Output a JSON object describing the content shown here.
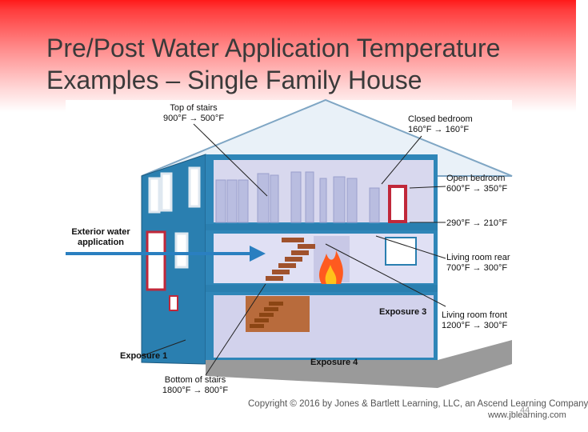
{
  "slide": {
    "title_line1": "Pre/Post Water Application Temperature",
    "title_line2": "Examples – Single Family House",
    "copyright": "Copyright © 2016 by Jones & Bartlett Learning, LLC, an Ascend Learning Company",
    "url": "www.jblearning.com",
    "page_number": "44"
  },
  "diagram": {
    "top_of_stairs": {
      "name": "Top of stairs",
      "before": "900°F",
      "after": "500°F"
    },
    "closed_bedroom": {
      "name": "Closed bedroom",
      "before": "160°F",
      "after": "160°F"
    },
    "open_bedroom": {
      "name": "Open bedroom",
      "before": "600°F",
      "after": "350°F"
    },
    "hallway": {
      "before": "290°F",
      "after": "210°F"
    },
    "living_room_rear": {
      "name": "Living room rear",
      "before": "700°F",
      "after": "300°F"
    },
    "living_room_front": {
      "name": "Living room front",
      "before": "1200°F",
      "after": "300°F"
    },
    "bottom_of_stairs": {
      "name": "Bottom of stairs",
      "before": "1800°F",
      "after": "800°F"
    },
    "exterior_line1": "Exterior water",
    "exterior_line2": "application",
    "exposure1": "Exposure 1",
    "exposure3": "Exposure 3",
    "exposure4": "Exposure 4",
    "arrow": "→"
  },
  "colors": {
    "house_wall_blue": "#2a7fb0",
    "interior_lavender": "#d8d8ee",
    "fire": "#ff5a1f",
    "stairs": "#a0522d"
  }
}
